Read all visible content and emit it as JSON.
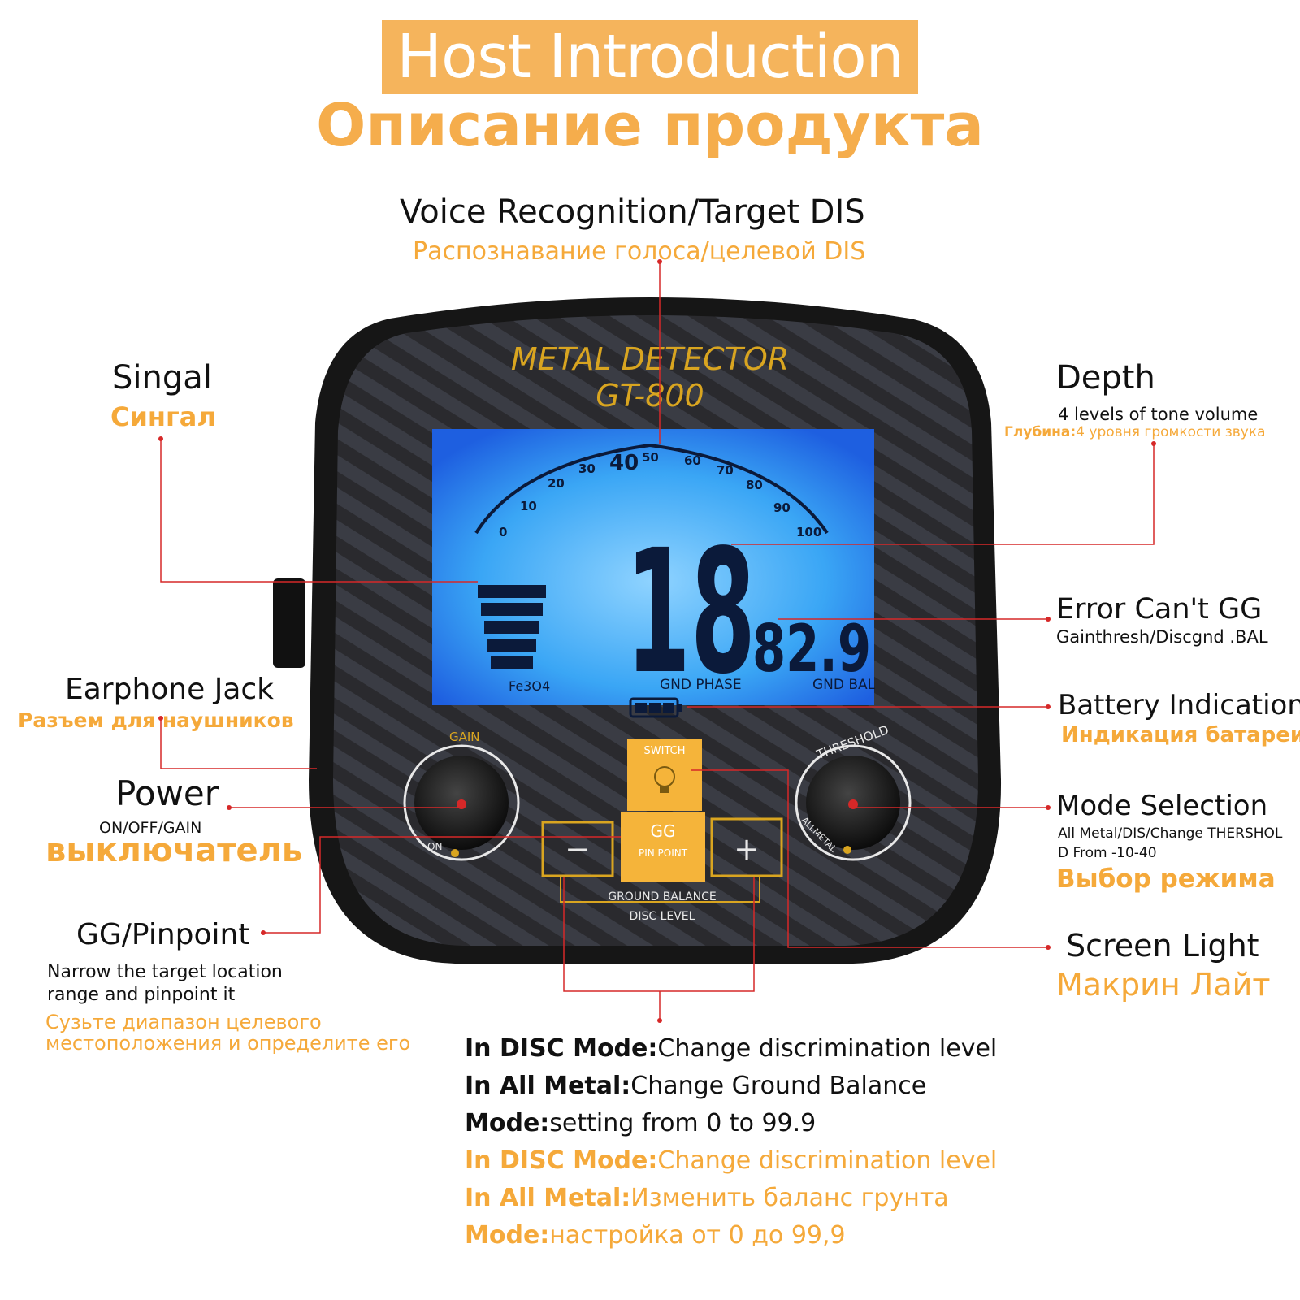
{
  "header": {
    "title_en": "Host Introduction",
    "title_ru": "Описание продукта"
  },
  "device": {
    "brand": "METAL DETECTOR",
    "model": "GT-800",
    "lcd": {
      "scale_major": "40",
      "scale_ticks": [
        "0",
        "10",
        "20",
        "30",
        "50",
        "60",
        "70",
        "80",
        "90",
        "100"
      ],
      "big_number": "18",
      "small_number": "82.9",
      "gnd_phase": "GND PHASE",
      "gnd_bal": "GND BAL",
      "fe_label": "Fe3O4"
    },
    "knob_left": {
      "label": "GAIN",
      "sub": "ON"
    },
    "knob_right": {
      "label": "THRESHOLD",
      "sub": "ALLMETAL"
    },
    "switch_label": "SWITCH",
    "gg_label": "GG",
    "pinpoint_label": "PIN POINT",
    "minus_label": "−",
    "plus_label": "+",
    "ground_balance_label": "GROUND BALANCE",
    "disc_level_label": "DISC LEVEL"
  },
  "callouts": {
    "voice": {
      "en": "Voice Recognition/Target DIS",
      "ru": "Распознавание голоса/целевой DIS"
    },
    "signal": {
      "en": "Singal",
      "ru": "Сингал"
    },
    "depth": {
      "en": "Depth",
      "sub": "4 levels of tone volume",
      "ru_bold": "Глубина:",
      "ru_rest": "4 уровня громкости звука"
    },
    "error": {
      "en": "Error Can't GG",
      "sub": "Gainthresh/Discgnd .BAL"
    },
    "earphone": {
      "en": "Earphone Jack",
      "ru": "Разъем для наушников"
    },
    "battery": {
      "en": "Battery Indication",
      "ru": "Индикация батареи"
    },
    "power": {
      "en": "Power",
      "sub": "ON/OFF/GAIN",
      "ru": "выключатель"
    },
    "mode": {
      "en": "Mode Selection",
      "sub1": "All Metal/DIS/Change THERSHOL",
      "sub2": "D From -10-40",
      "ru": "Выбор режима"
    },
    "pinpoint": {
      "en": "GG/Pinpoint",
      "sub1": "Narrow the target location",
      "sub2": "range and pinpoint it",
      "ru1": "Сузьте диапазон целевого",
      "ru2": "местоположения и определите его"
    },
    "screen": {
      "en": "Screen Light",
      "ru": "Макрин Лайт"
    }
  },
  "bottom_text": {
    "en": [
      {
        "bold": "In DISC Mode:",
        "rest": "Change discrimination level"
      },
      {
        "bold": "In All Metal:",
        "rest": "Change Ground Balance"
      },
      {
        "bold": "Mode:",
        "rest": "setting from 0 to 99.9"
      }
    ],
    "ru": [
      {
        "bold": "In DISC Mode:",
        "rest": "Change discrimination level"
      },
      {
        "bold": "In All Metal:",
        "rest": "Изменить баланс грунта"
      },
      {
        "bold": "Mode:",
        "rest": "настройка от 0 до 99,9"
      }
    ]
  },
  "colors": {
    "accent": "#f5a93a",
    "leader": "#d62828",
    "lcd": "#3aa6f5",
    "body": "#1c1c1c"
  }
}
